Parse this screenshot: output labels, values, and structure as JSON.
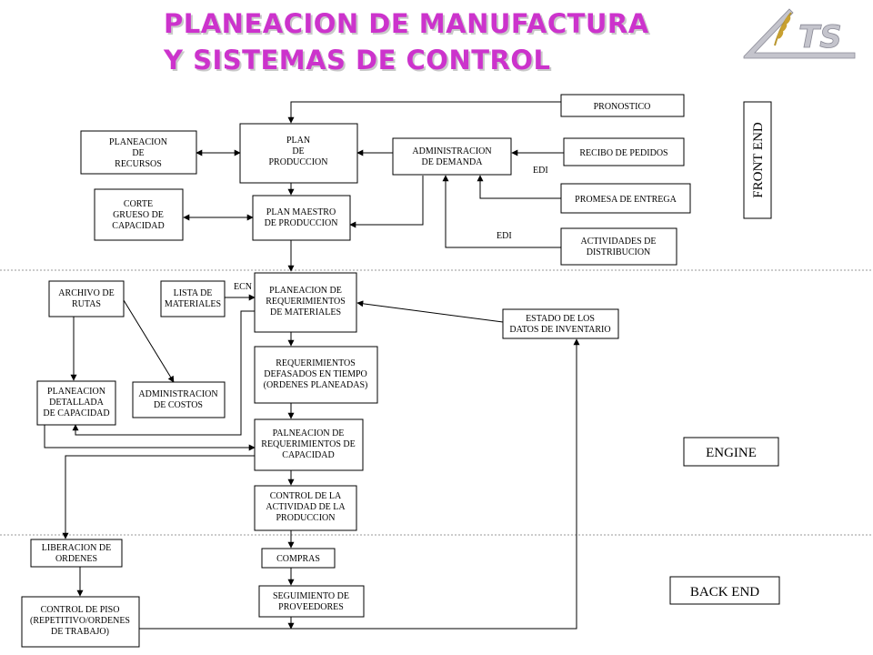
{
  "title": {
    "line1": "PLANEACION DE MANUFACTURA",
    "line2": "Y SISTEMAS DE CONTROL"
  },
  "logo": {
    "text": "TS",
    "icon": "wheat-logo-icon"
  },
  "colors": {
    "title": "#cc33cc",
    "logo": "#c4c4cc",
    "lines": "#000000",
    "divider": "#999999"
  },
  "sections": {
    "front_end": "FRONT END",
    "engine": "ENGINE",
    "back_end": "BACK END"
  },
  "nodes": {
    "pronostico": [
      "PRONOSTICO"
    ],
    "plan_produccion": [
      "PLAN",
      "DE",
      "PRODUCCION"
    ],
    "planeacion_recursos": [
      "PLANEACION",
      "DE",
      "RECURSOS"
    ],
    "administracion_demanda": [
      "ADMINISTRACION",
      "DE DEMANDA"
    ],
    "recibo_pedidos": [
      "RECIBO DE PEDIDOS"
    ],
    "corte_grueso": [
      "CORTE",
      "GRUESO DE",
      "CAPACIDAD"
    ],
    "plan_maestro": [
      "PLAN MAESTRO",
      "DE PRODUCCION"
    ],
    "promesa_entrega": [
      "PROMESA DE ENTREGA"
    ],
    "actividades_distribucion": [
      "ACTIVIDADES DE",
      "DISTRIBUCION"
    ],
    "archivo_rutas": [
      "ARCHIVO DE",
      "RUTAS"
    ],
    "lista_materiales": [
      "LISTA DE",
      "MATERIALES"
    ],
    "planeacion_req_materiales": [
      "PLANEACION DE",
      "REQUERIMIENTOS",
      "DE MATERIALES"
    ],
    "estado_inventario": [
      "ESTADO DE LOS",
      "DATOS DE INVENTARIO"
    ],
    "requerimientos_defasados": [
      "REQUERIMIENTOS",
      "DEFASADOS EN TIEMPO",
      "(ORDENES PLANEADAS)"
    ],
    "planeacion_detallada": [
      "PLANEACION",
      "DETALLADA",
      "DE CAPACIDAD"
    ],
    "administracion_costos": [
      "ADMINISTRACION",
      "DE COSTOS"
    ],
    "palneacion_req_capacidad": [
      "PALNEACION DE",
      "REQUERIMIENTOS DE",
      "CAPACIDAD"
    ],
    "control_actividad": [
      "CONTROL DE LA",
      "ACTIVIDAD DE LA",
      "PRODUCCION"
    ],
    "liberacion_ordenes": [
      "LIBERACION DE",
      "ORDENES"
    ],
    "compras": [
      "COMPRAS"
    ],
    "seguimiento_proveedores": [
      "SEGUIMIENTO DE",
      "PROVEEDORES"
    ],
    "control_piso": [
      "CONTROL DE PISO",
      "(REPETITIVO/ORDENES",
      "DE TRABAJO)"
    ]
  },
  "edge_labels": {
    "edi_1": "EDI",
    "edi_2": "EDI",
    "ecn": "ECN"
  }
}
